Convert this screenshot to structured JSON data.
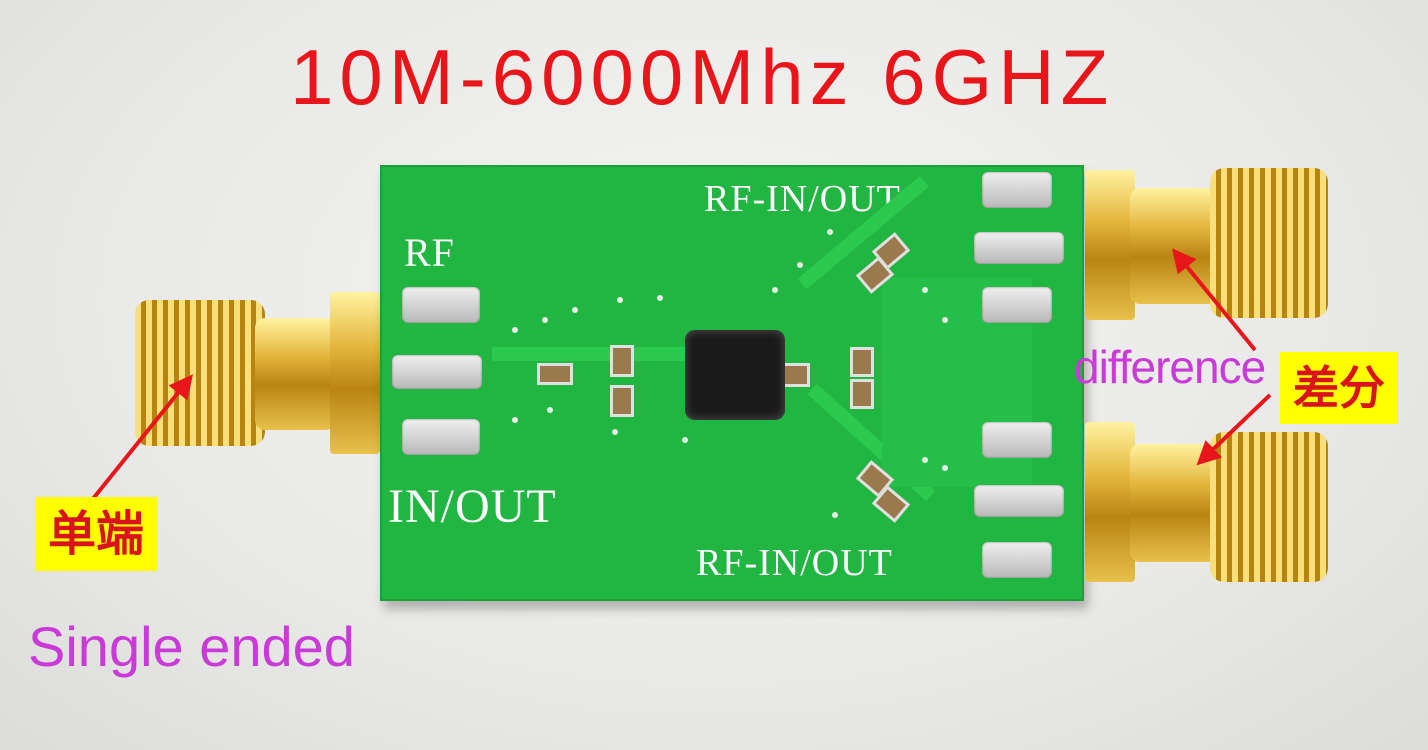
{
  "title": "10M-6000Mhz 6GHZ",
  "pcb_silkscreen": {
    "rf": "RF",
    "in_out": "IN/OUT",
    "rf_in_out_top": "RF-IN/OUT",
    "rf_in_out_bottom": "RF-IN/OUT"
  },
  "annotations": {
    "single_ended_cn": "单端",
    "single_ended_en": "Single ended",
    "difference_en": "difference",
    "difference_cn": "差分"
  },
  "colors": {
    "title": "#e8161b",
    "pcb": "#21b542",
    "label_box": "#ffff00",
    "label_box_text": "#d8141a",
    "annotation_text": "#c93ad9",
    "arrow": "#e8161b"
  }
}
